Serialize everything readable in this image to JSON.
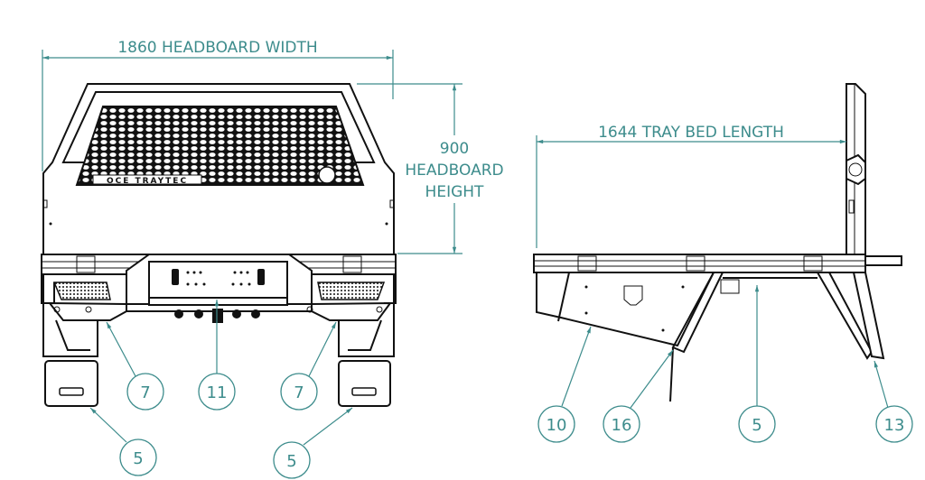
{
  "front_view": {
    "width_dimension": "1860 HEADBOARD WIDTH",
    "height_dimension": {
      "value": "900",
      "line1": "HEADBOARD",
      "line2": "HEIGHT"
    },
    "logo_text": "OCE TRAYTEC",
    "callouts": [
      "7",
      "11",
      "7",
      "5",
      "5"
    ]
  },
  "side_view": {
    "length_dimension": "1644 TRAY BED LENGTH",
    "callouts": [
      "10",
      "16",
      "5",
      "13"
    ]
  },
  "colors": {
    "annotation": "#3d8c8c",
    "lines": "#111111"
  }
}
